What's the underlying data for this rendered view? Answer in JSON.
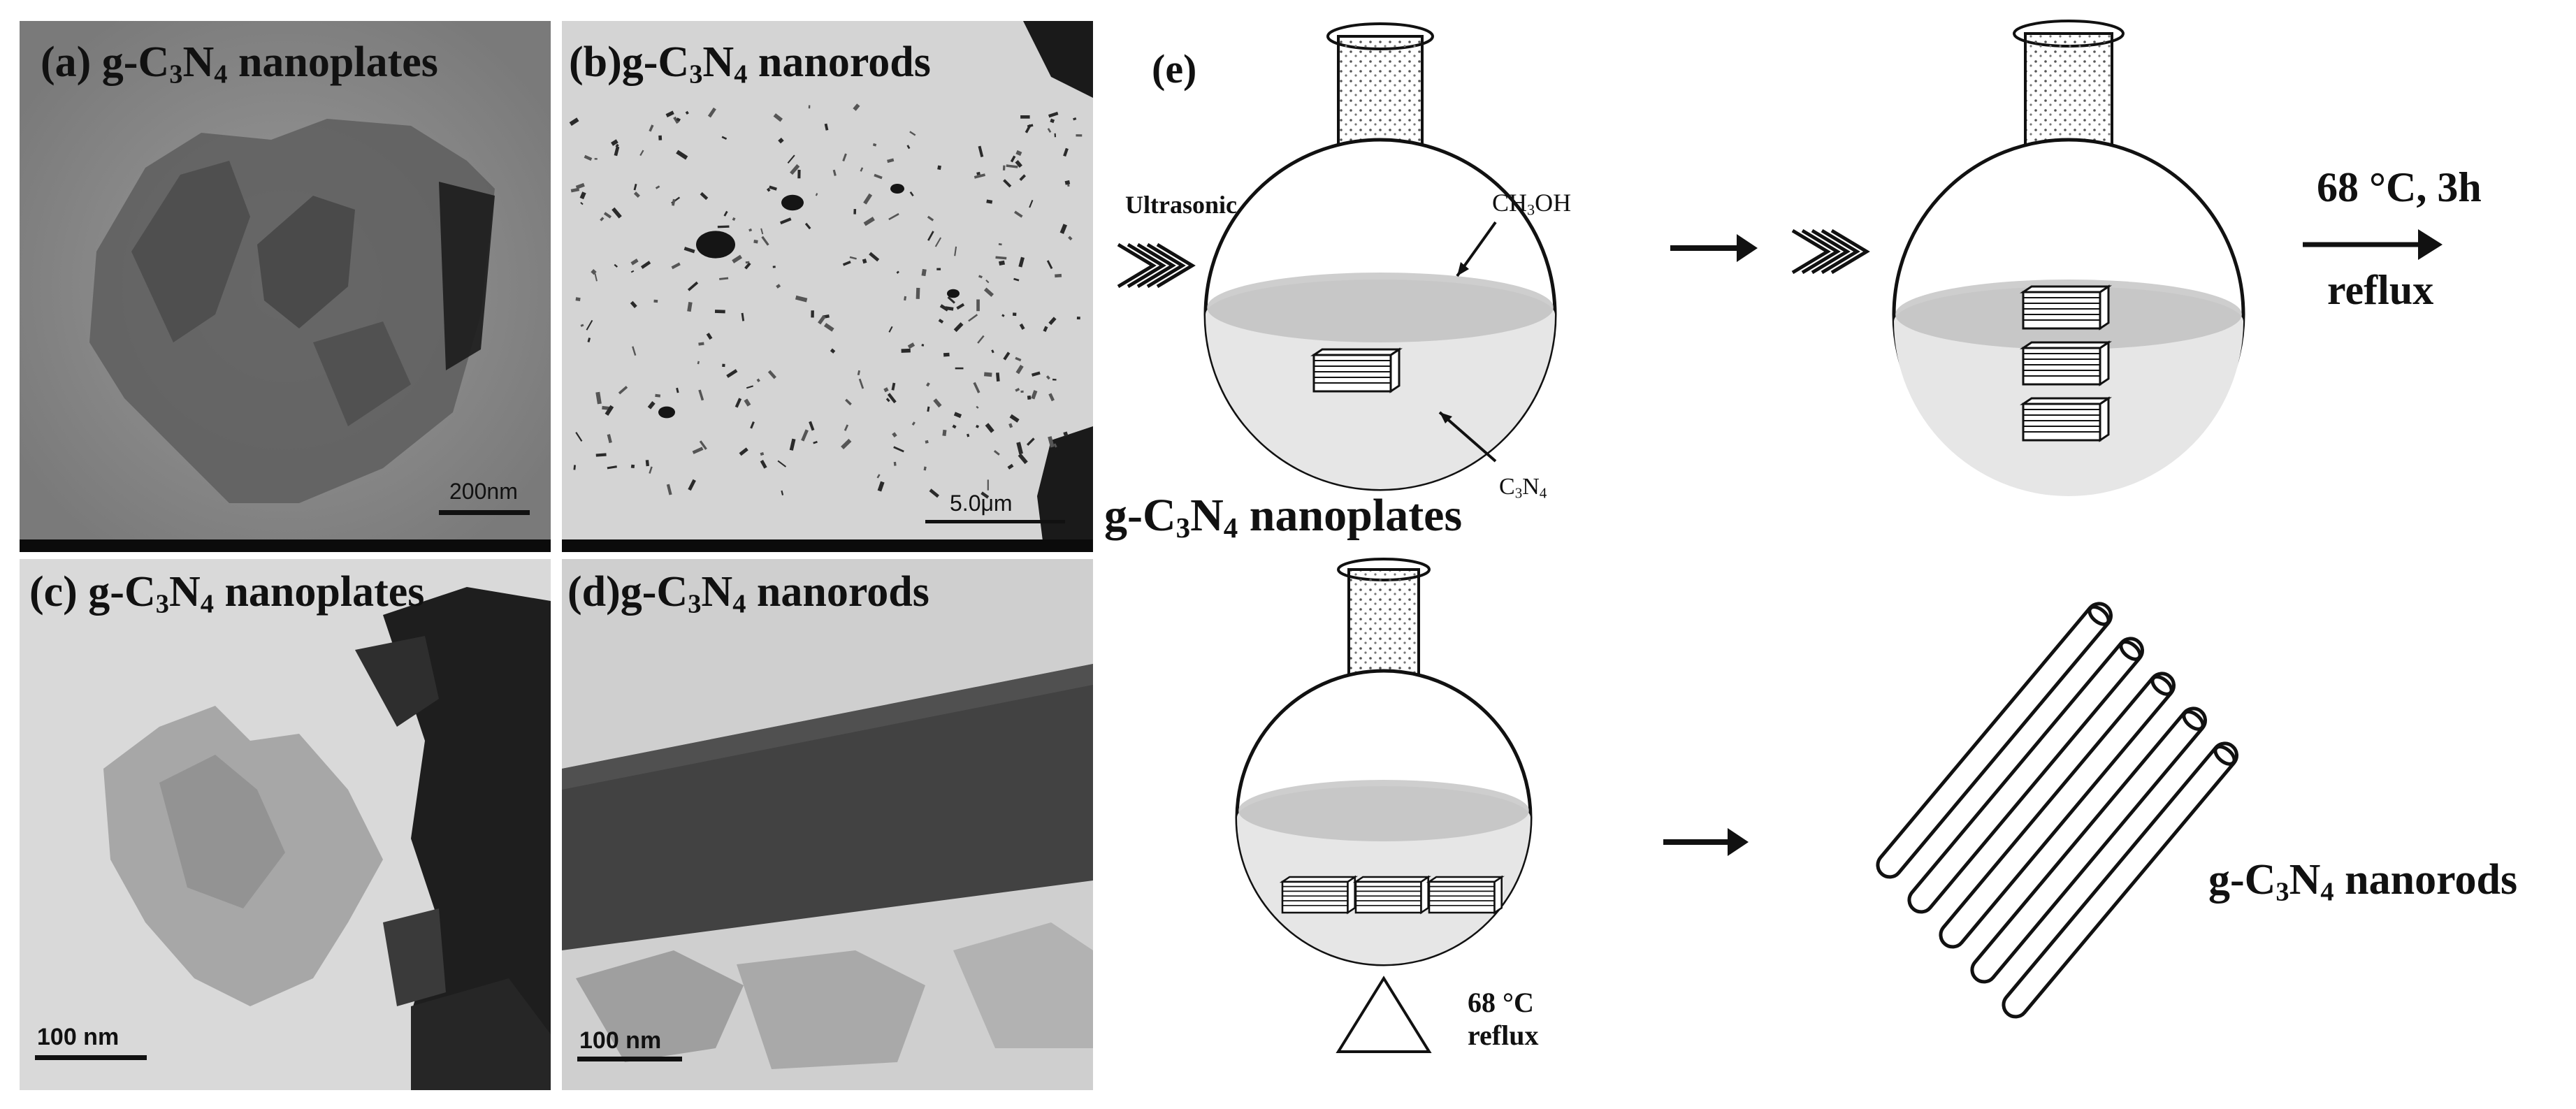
{
  "panels": {
    "a": {
      "label_prefix": "(a) g-C",
      "n1": "3",
      "mid": "N",
      "n2": "4",
      "suffix": " nanoplates",
      "scale": "200nm"
    },
    "b": {
      "label_prefix": "(b)g-C",
      "n1": "3",
      "mid": "N",
      "n2": "4",
      "suffix": " nanorods",
      "scale": "5.0μm"
    },
    "c": {
      "label_prefix": "(c) g-C",
      "n1": "3",
      "mid": "N",
      "n2": "4",
      "suffix": " nanoplates",
      "scale": "100 nm"
    },
    "d": {
      "label_prefix": "(d)g-C",
      "n1": "3",
      "mid": "N",
      "n2": "4",
      "suffix": " nanorods",
      "scale": "100 nm"
    }
  },
  "scheme": {
    "label": "(e)",
    "ultrasonic": "Ultrasonic",
    "ch3oh_prefix": "CH",
    "ch3oh_sub": "3",
    "ch3oh_suffix": "OH",
    "c3n4_c": "C",
    "c3n4_3": "3",
    "c3n4_n": "N",
    "c3n4_4": "4",
    "nanoplates_prefix": "g-C",
    "nanoplates_3": "3",
    "nanoplates_n": "N",
    "nanoplates_4": "4",
    "nanoplates_suffix": " nanoplates",
    "reflux_temp": "68 °C, 3h",
    "reflux_word": "reflux",
    "heat_temp": "68 °C",
    "heat_word": "reflux",
    "nanorods_prefix": "g-C",
    "nanorods_3": "3",
    "nanorods_n": "N",
    "nanorods_4": "4",
    "nanorods_suffix": " nanorods"
  }
}
